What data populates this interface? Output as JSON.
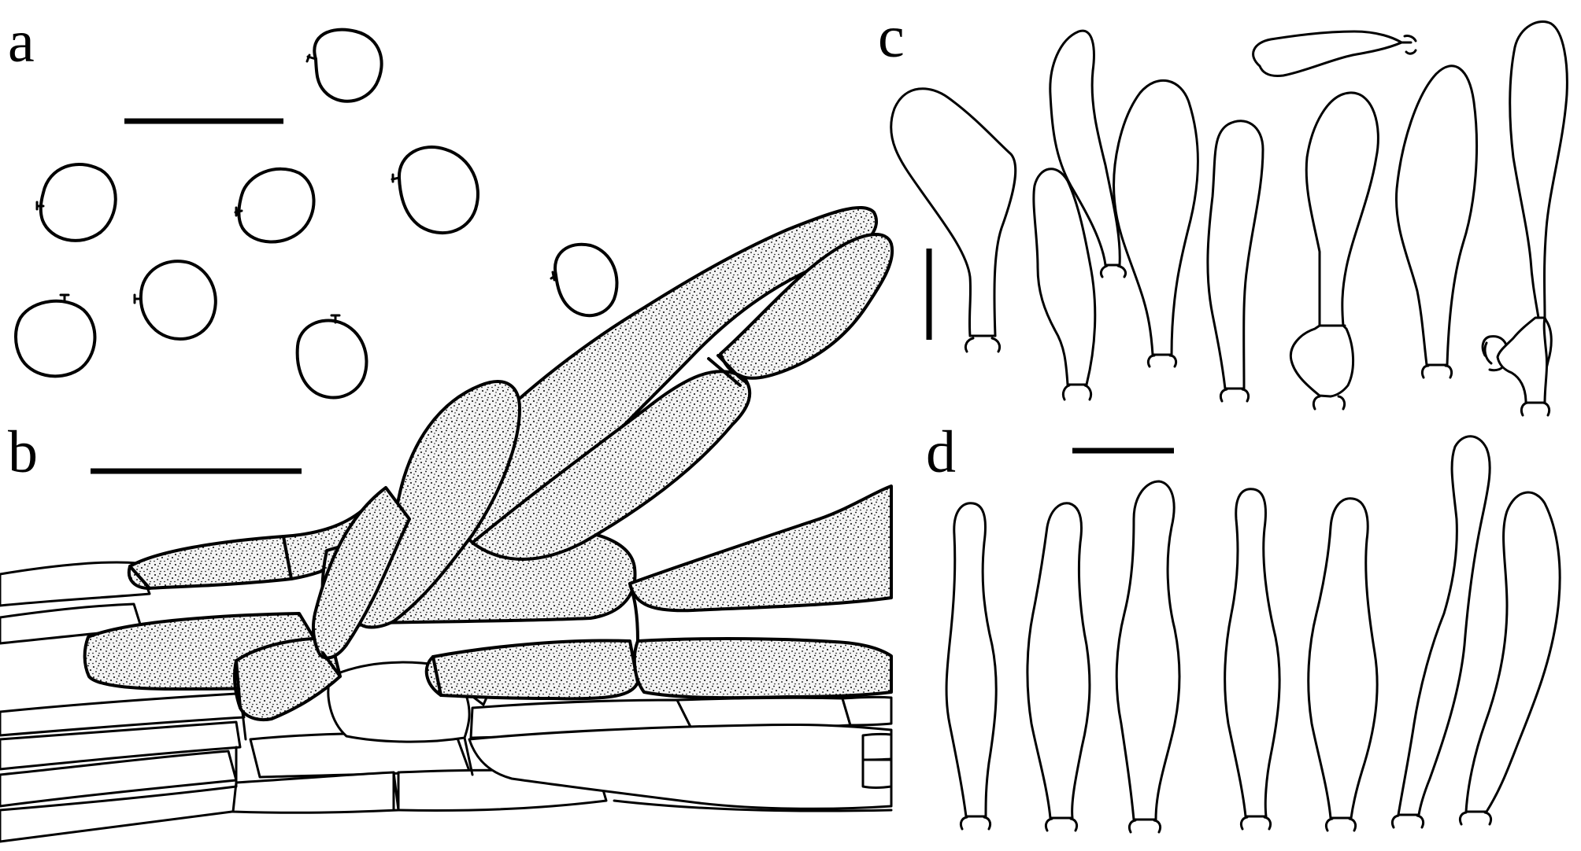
{
  "panels": [
    {
      "id": "a",
      "label": "a"
    },
    {
      "id": "b",
      "label": "b"
    },
    {
      "id": "c",
      "label": "c"
    },
    {
      "id": "d",
      "label": "d"
    }
  ],
  "colors": {
    "ink": "#000000",
    "background": "#ffffff",
    "stipple": "#000000"
  }
}
